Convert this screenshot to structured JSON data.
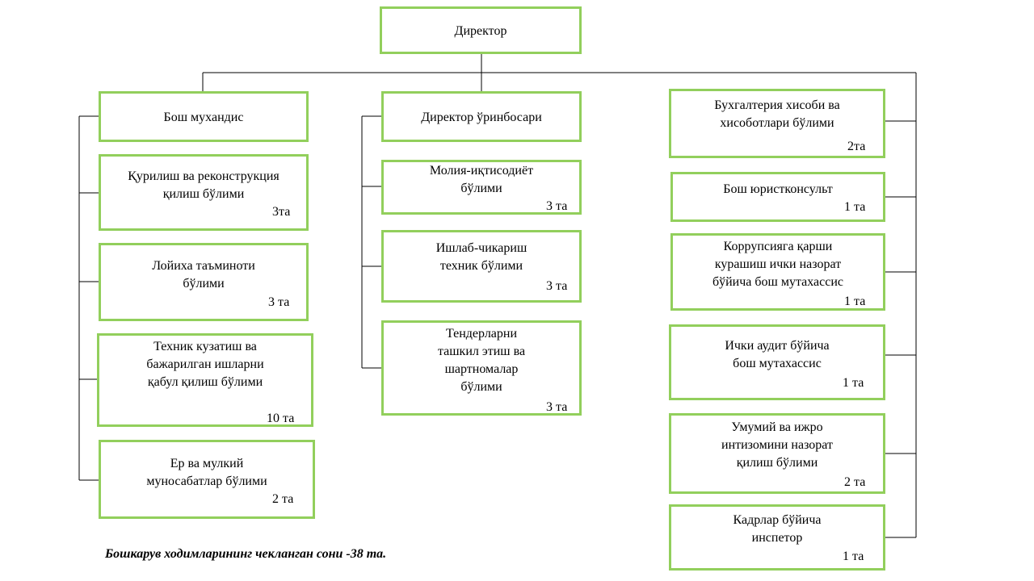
{
  "top": {
    "title": "Директор"
  },
  "left": {
    "head": "Бош мухандис",
    "units": [
      {
        "name": "Қурилиш ва реконструкция\nқилиш бўлими",
        "count": "3та"
      },
      {
        "name": "Лойиха таъминоти\nбўлими",
        "count": "3 та"
      },
      {
        "name": "Техник кузатиш ва\nбажарилган ишларни\nқабул қилиш бўлими",
        "count": "10 та"
      },
      {
        "name": "Ер ва мулкий\nмуносабатлар бўлими",
        "count": "2 та"
      }
    ]
  },
  "middle": {
    "head": "Директор ўринбосари",
    "units": [
      {
        "name": "Молия-иқтисодиёт\nбўлими",
        "count": "3 та"
      },
      {
        "name": "Ишлаб-чикариш\nтехник бўлими",
        "count": "3 та"
      },
      {
        "name": "Тендерларни\nташкил этиш ва\nшартномалар\nбўлими",
        "count": "3 та"
      }
    ]
  },
  "right": {
    "units": [
      {
        "name": "Бухгалтерия хисоби ва\nхисоботлари бўлими",
        "count": "2та"
      },
      {
        "name": "Бош юристконсульт",
        "count": "1 та"
      },
      {
        "name": "Коррупсияга қарши\nкурашиш ички назорат\nбўйича бош мутахассис",
        "count": "1 та"
      },
      {
        "name": "Ички аудит бўйича\nбош мутахассис",
        "count": "1 та"
      },
      {
        "name": "Умумий ва ижро\nинтизомини назорат\nқилиш бўлими",
        "count": "2 та"
      },
      {
        "name": "Кадрлар бўйича\nинспетор",
        "count": "1 та"
      }
    ]
  },
  "footer": {
    "note": "Бошкарув ходимларининг чекланган сони -38 та."
  }
}
